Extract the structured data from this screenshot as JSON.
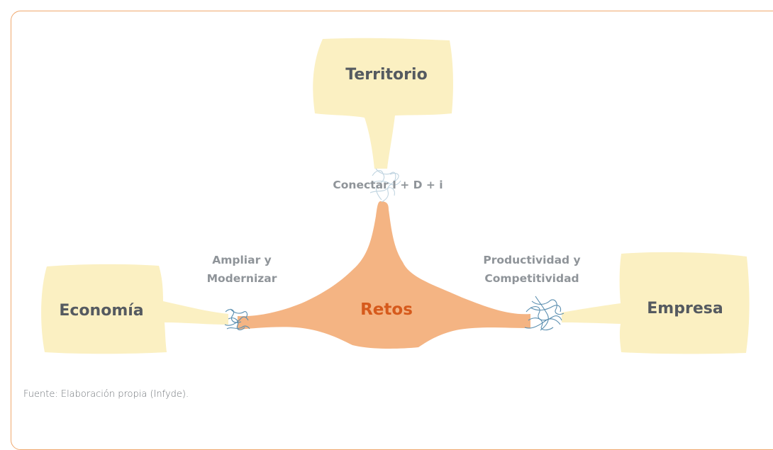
{
  "diagram": {
    "center": {
      "label": "Retos"
    },
    "nodes": {
      "top": {
        "label": "Territorio"
      },
      "left": {
        "label": "Economía"
      },
      "right": {
        "label": "Empresa"
      }
    },
    "links": {
      "top": {
        "line1": "Conectar I + D + i"
      },
      "left": {
        "line1": "Ampliar y",
        "line2": "Modernizar"
      },
      "right": {
        "line1": "Productividad y",
        "line2": "Competitividad"
      }
    },
    "colors": {
      "node_fill": "#fbf0c2",
      "center_fill": "#f4b483",
      "center_text": "#d65a1c",
      "node_text": "#555a60",
      "link_text": "#8f9499",
      "frame_border": "#f0a86e",
      "fiber_blue": "#5b8fb0"
    }
  },
  "footer": {
    "source": "Fuente: Elaboración propia (Infyde)."
  }
}
